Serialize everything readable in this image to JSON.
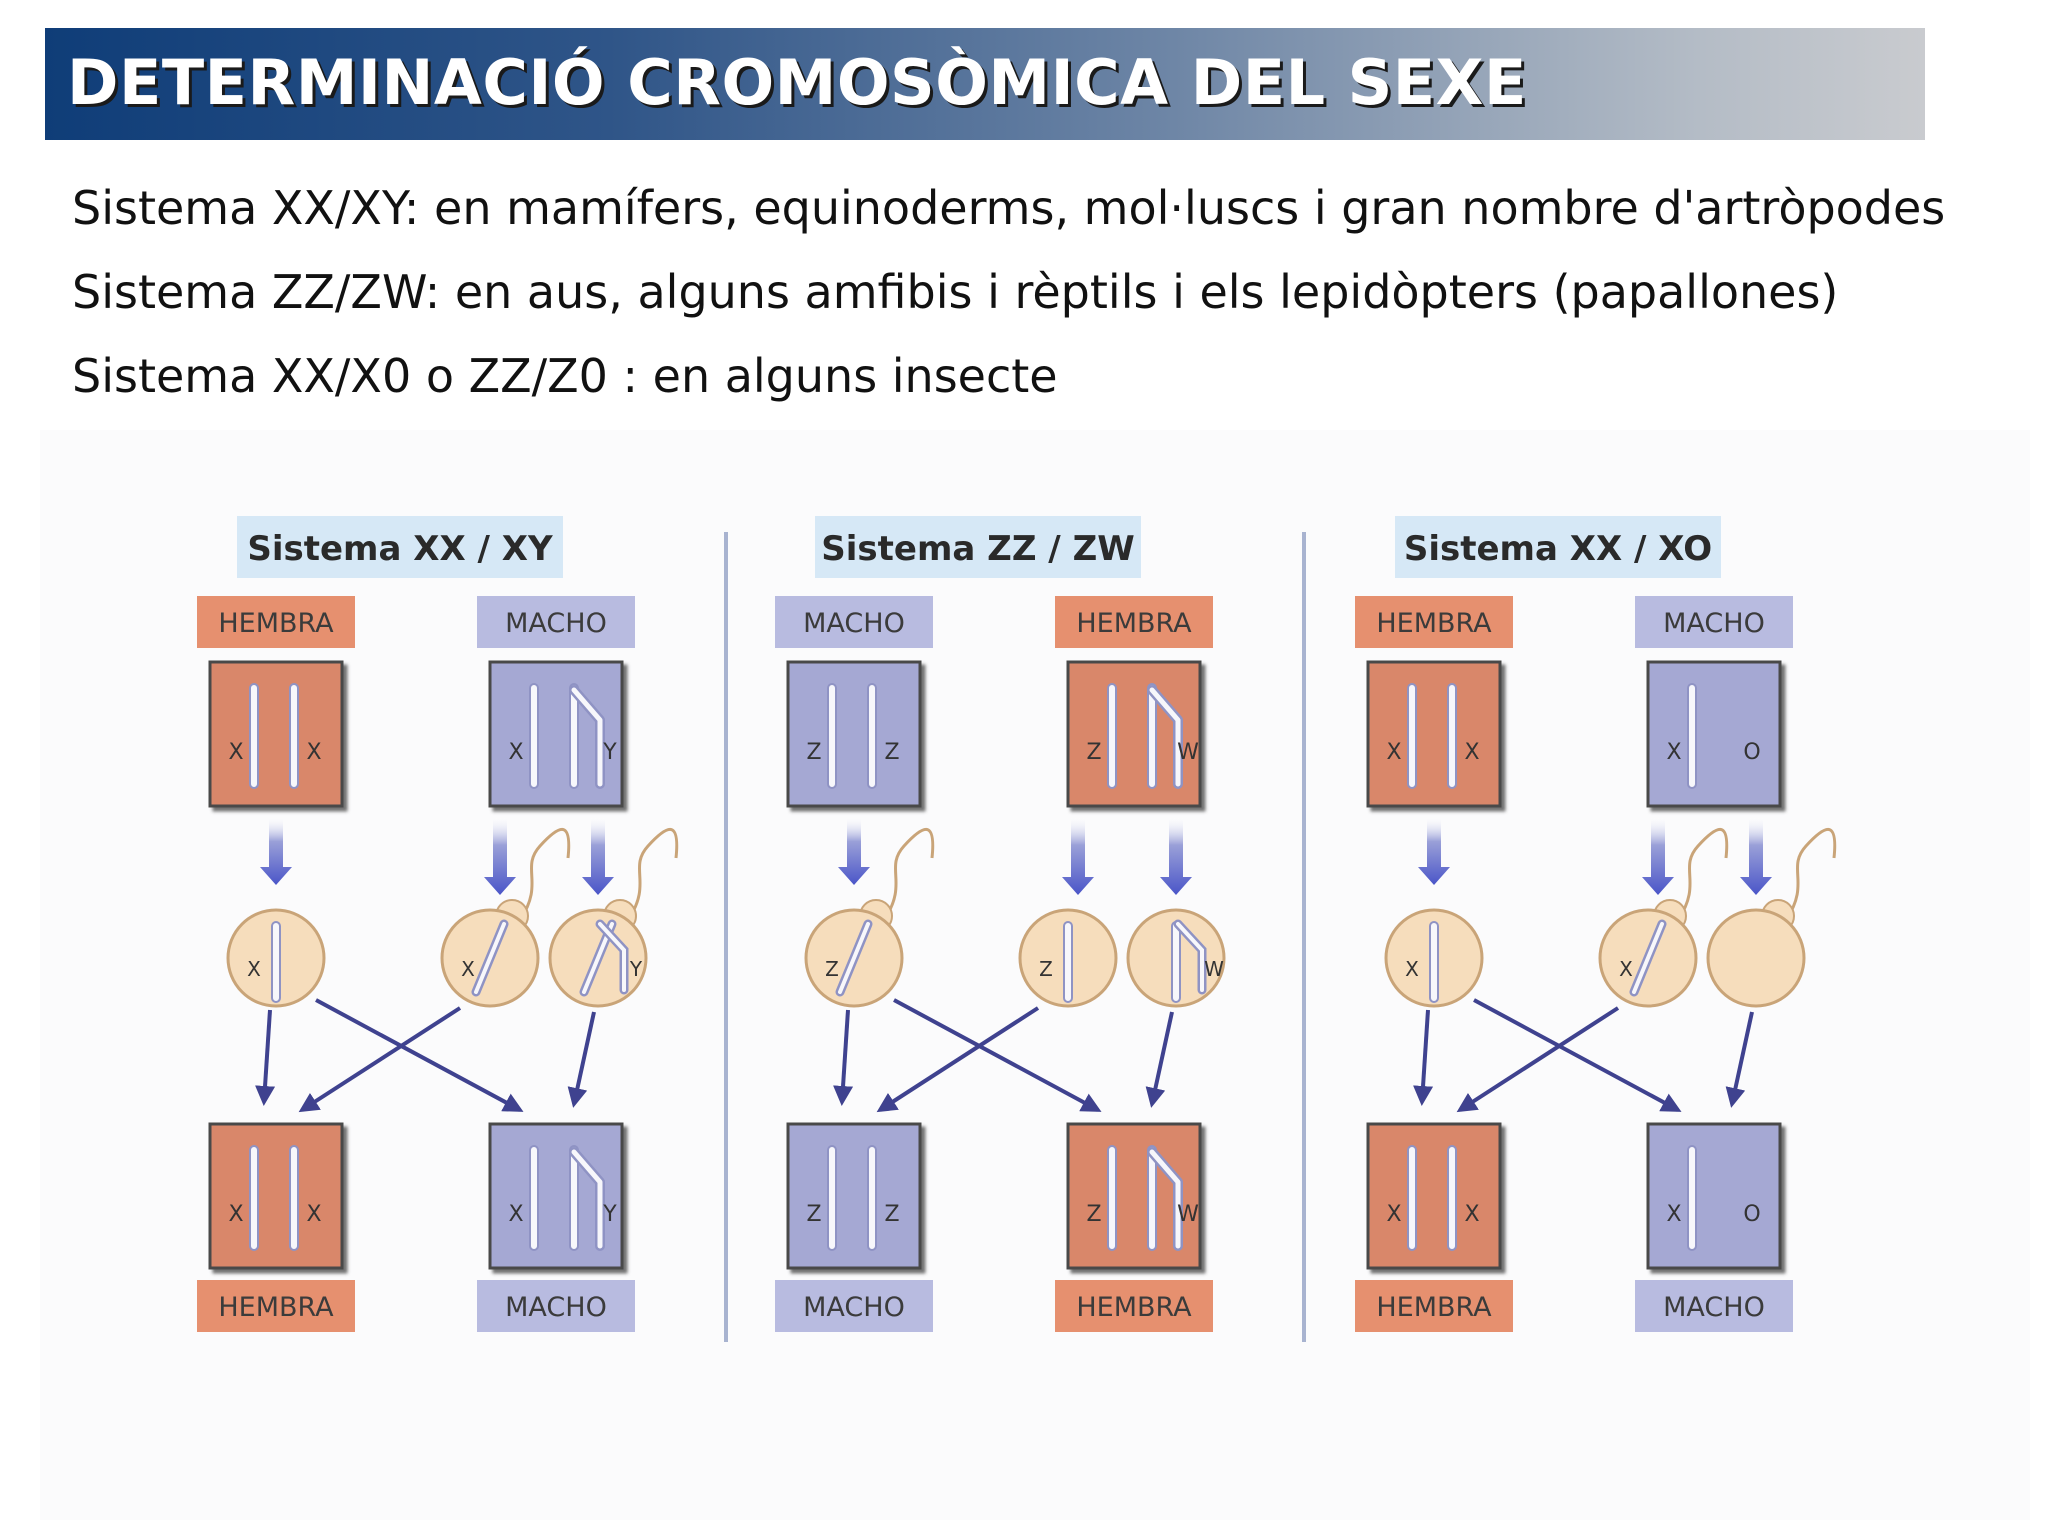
{
  "title": "DETERMINACIÓ CROMOSÒMICA DEL SEXE",
  "bullets": [
    "Sistema XX/XY: en mamífers, equinoderms, mol·luscs i gran nombre d'artròpodes",
    "Sistema ZZ/ZW:  en aus, alguns amfibis i rèptils i els lepidòpters (papallones)",
    "Sistema XX/X0 o ZZ/Z0 : en alguns insecte"
  ],
  "colors": {
    "female": "#d9876b",
    "male": "#a5a8d3",
    "label_female": "#e6906f",
    "label_male": "#b8bbe0",
    "header_bg": "#d6e8f6",
    "arrow": "#3f428f",
    "gamete": "#f6ddbc"
  },
  "systems": [
    {
      "name": "Sistema XX / XY",
      "parents": [
        {
          "label": "HEMBRA",
          "sex": "female",
          "chromosomes": [
            "X",
            "X"
          ]
        },
        {
          "label": "MACHO",
          "sex": "male",
          "chromosomes": [
            "X",
            "Y"
          ]
        }
      ],
      "gametes": [
        {
          "chromosome": "X",
          "type": "egg"
        },
        {
          "chromosome": "X",
          "type": "sperm"
        },
        {
          "chromosome": "Y",
          "type": "sperm"
        }
      ],
      "offspring": [
        {
          "label": "HEMBRA",
          "sex": "female",
          "chromosomes": [
            "X",
            "X"
          ]
        },
        {
          "label": "MACHO",
          "sex": "male",
          "chromosomes": [
            "X",
            "Y"
          ]
        }
      ]
    },
    {
      "name": "Sistema ZZ / ZW",
      "parents": [
        {
          "label": "MACHO",
          "sex": "male",
          "chromosomes": [
            "Z",
            "Z"
          ]
        },
        {
          "label": "HEMBRA",
          "sex": "female",
          "chromosomes": [
            "Z",
            "W"
          ]
        }
      ],
      "gametes": [
        {
          "chromosome": "Z",
          "type": "sperm"
        },
        {
          "chromosome": "Z",
          "type": "egg"
        },
        {
          "chromosome": "W",
          "type": "egg"
        }
      ],
      "offspring": [
        {
          "label": "MACHO",
          "sex": "male",
          "chromosomes": [
            "Z",
            "Z"
          ]
        },
        {
          "label": "HEMBRA",
          "sex": "female",
          "chromosomes": [
            "Z",
            "W"
          ]
        }
      ]
    },
    {
      "name": "Sistema XX / XO",
      "parents": [
        {
          "label": "HEMBRA",
          "sex": "female",
          "chromosomes": [
            "X",
            "X"
          ]
        },
        {
          "label": "MACHO",
          "sex": "male",
          "chromosomes": [
            "X",
            "O"
          ]
        }
      ],
      "gametes": [
        {
          "chromosome": "X",
          "type": "egg"
        },
        {
          "chromosome": "X",
          "type": "sperm"
        },
        {
          "chromosome": "",
          "type": "sperm"
        }
      ],
      "offspring": [
        {
          "label": "HEMBRA",
          "sex": "female",
          "chromosomes": [
            "X",
            "X"
          ]
        },
        {
          "label": "MACHO",
          "sex": "male",
          "chromosomes": [
            "X",
            "O"
          ]
        }
      ]
    }
  ]
}
